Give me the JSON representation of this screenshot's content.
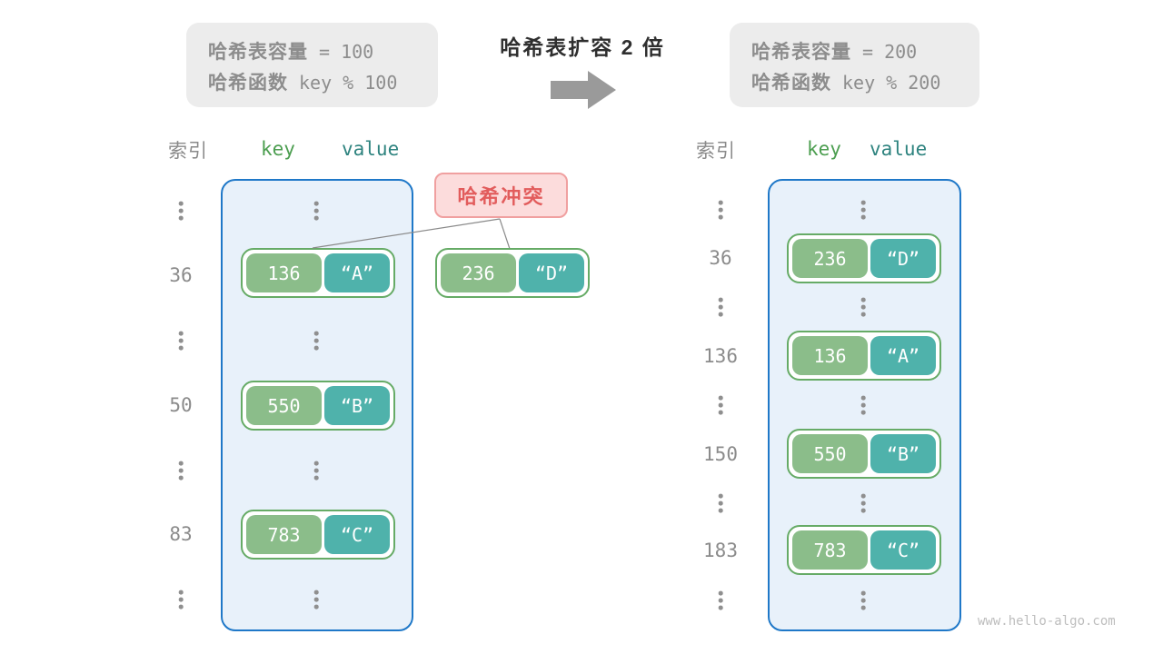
{
  "title": "哈希表扩容 2 倍",
  "watermark": "www.hello-algo.com",
  "conflict": {
    "label": "哈希冲突"
  },
  "info_before": {
    "line1_label": "哈希表容量",
    "line1_value": "=  100",
    "line2_label": "哈希函数",
    "line2_value": "key % 100"
  },
  "info_after": {
    "line1_label": "哈希表容量",
    "line1_value": "=  200",
    "line2_label": "哈希函数",
    "line2_value": "key % 200"
  },
  "headers": {
    "index": "索引",
    "key": "key",
    "value": "value"
  },
  "left_table": {
    "capacity": "100",
    "rows": [
      {
        "index": "36",
        "key": "136",
        "value": "“A”"
      },
      {
        "index": "50",
        "key": "550",
        "value": "“B”"
      },
      {
        "index": "83",
        "key": "783",
        "value": "“C”"
      }
    ]
  },
  "right_table": {
    "capacity": "200",
    "rows": [
      {
        "index": "36",
        "key": "236",
        "value": "“D”"
      },
      {
        "index": "136",
        "key": "136",
        "value": "“A”"
      },
      {
        "index": "150",
        "key": "550",
        "value": "“B”"
      },
      {
        "index": "183",
        "key": "783",
        "value": "“C”"
      }
    ]
  },
  "floating_pair": {
    "key": "236",
    "value": "“D”"
  },
  "colors": {
    "key_green": "#8bbd8a",
    "value_teal": "#4fb2ab",
    "pair_border_green": "#66ab66",
    "bucket_fill": "#e8f1fa",
    "bucket_border_blue": "#1f78c8",
    "conflict_fill": "#fcdcdc",
    "conflict_text_red": "#e25c5c",
    "info_box_gray": "#ececec",
    "muted_text_gray": "#8d8d8d",
    "arrow_gray": "#9a9a9a"
  }
}
